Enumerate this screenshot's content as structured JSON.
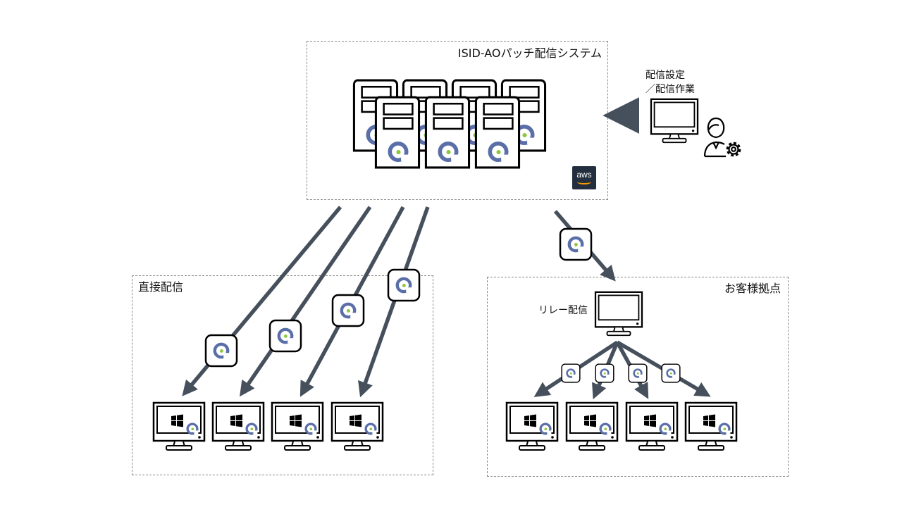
{
  "system": {
    "title": "ISID-AOパッチ配信システム",
    "badge": "aws"
  },
  "admin": {
    "label_line1": "配信設定",
    "label_line2": "／配信作業"
  },
  "direct": {
    "title": "直接配信"
  },
  "site": {
    "title": "お客様拠点",
    "relay_label": "リレー配信"
  },
  "colors": {
    "arrow": "#46505c",
    "app_ring": "#5a6ea8",
    "app_dot": "#8dc63f",
    "outline": "#000000",
    "aws_bg": "#232f3e",
    "aws_smile": "#ff9900"
  },
  "icons": {
    "server": "server-tower-icon",
    "app": "aoagent-app-icon",
    "monitor": "monitor-icon",
    "windows": "windows-logo-icon",
    "admin": "admin-user-gear-icon",
    "cloud": "aws-logo-icon"
  }
}
